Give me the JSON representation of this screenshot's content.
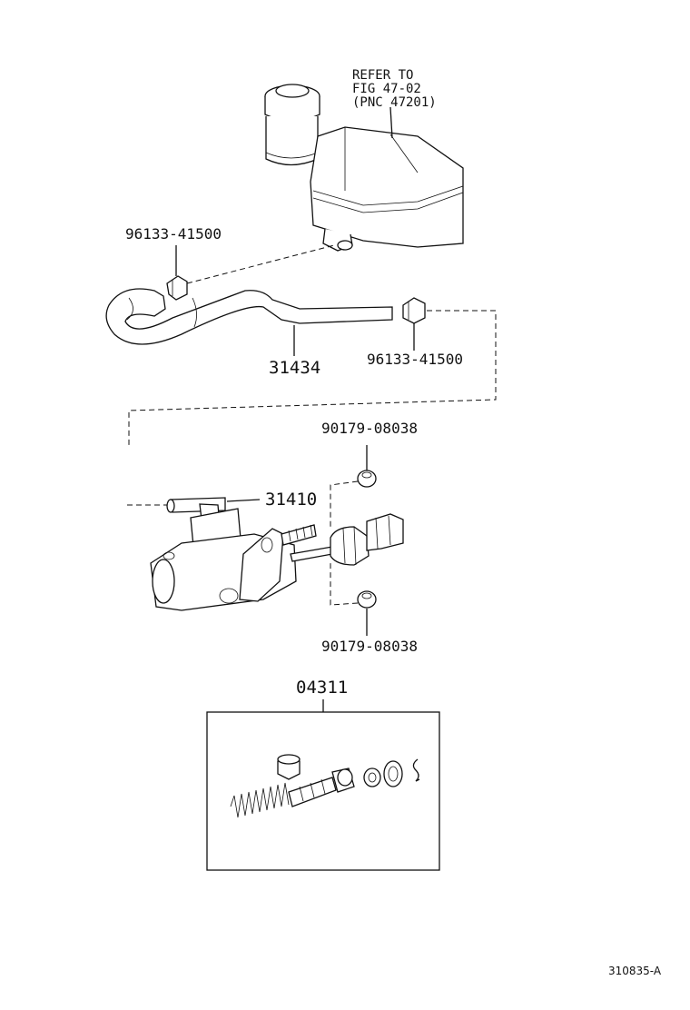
{
  "reservoir_note": {
    "line1": "REFER TO",
    "line2": "FIG 47-02",
    "line3": "(PNC 47201)"
  },
  "labels": {
    "clamp_upper": "96133-41500",
    "clamp_lower": "96133-41500",
    "hose": "31434",
    "grommet_upper": "90179-08038",
    "cylinder": "31410",
    "grommet_lower": "90179-08038",
    "kit": "04311"
  },
  "figure_code": "310835-A"
}
